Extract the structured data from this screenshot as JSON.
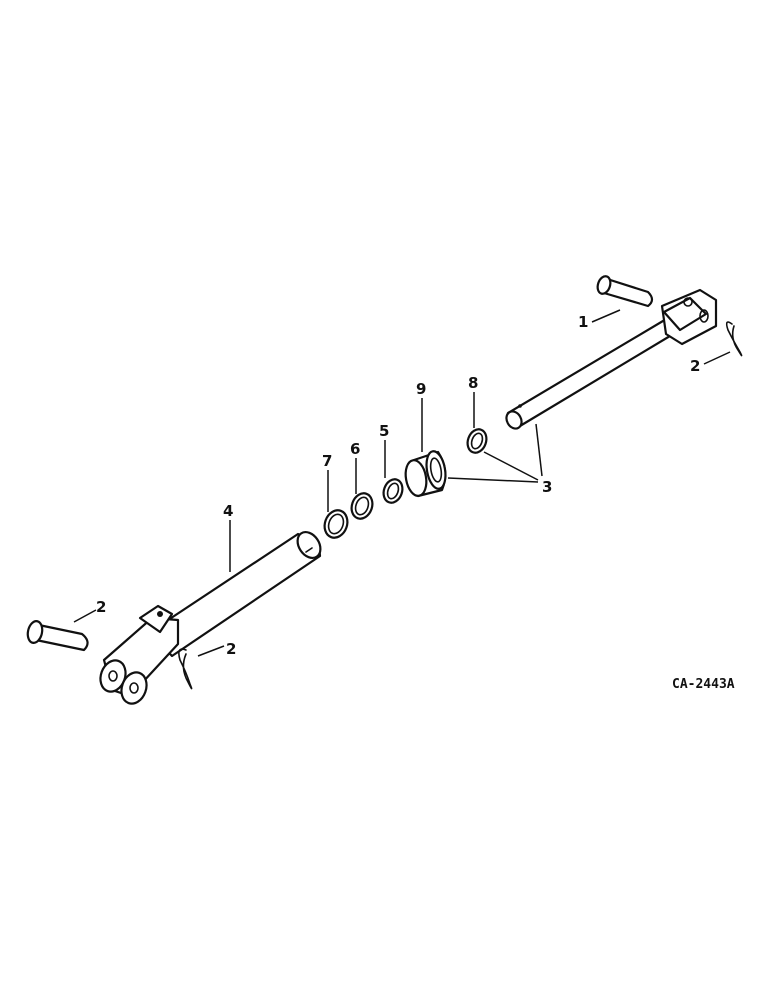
{
  "diagram": {
    "drawing_code": "CA-2443A",
    "callouts": {
      "pin_right": "1",
      "pin_left": "2",
      "clip_right": "2",
      "clip_left": "2",
      "tube_assembly": "3",
      "outer_tube": "4",
      "ring_5": "5",
      "ring_6": "6",
      "ring_7": "7",
      "ring_8": "8",
      "bushing_9": "9"
    },
    "colors": {
      "ink": "#111111",
      "paper": "#ffffff"
    }
  }
}
